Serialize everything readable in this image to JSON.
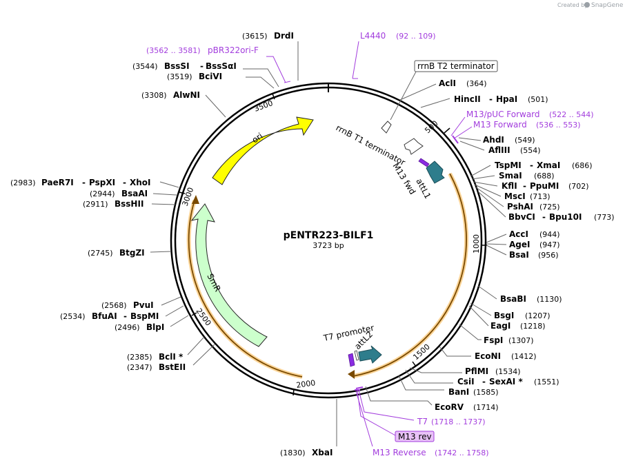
{
  "credit": {
    "prefix": "Created by",
    "brand": "SnapGene",
    "icon": "snapgene-logo-icon"
  },
  "plasmid": {
    "name": "pENTR223-BILF1",
    "length_label": "3723 bp",
    "length": 3723
  },
  "ticks": [
    "500",
    "1000",
    "1500",
    "2000",
    "2500",
    "3000",
    "3500"
  ],
  "colors": {
    "primer": "#a23cdd",
    "ori": "#ffff00",
    "smr": "#ccffcc",
    "att": "#2e7d8c",
    "orf": "#f5b041",
    "backbone": "#000000"
  },
  "sites": [
    {
      "name": "DrdI",
      "pos": "(3615)"
    },
    {
      "name": "BssSI",
      "name2": "BssSαI",
      "pos": "(3544)"
    },
    {
      "name": "BciVI",
      "pos": "(3519)"
    },
    {
      "name": "AlwNI",
      "pos": "(3308)"
    },
    {
      "name": "PaeR7I",
      "name2": "PspXI",
      "name3": "XhoI",
      "pos": "(2983)"
    },
    {
      "name": "BsaAI",
      "pos": "(2944)"
    },
    {
      "name": "BssHII",
      "pos": "(2911)"
    },
    {
      "name": "BtgZI",
      "pos": "(2745)"
    },
    {
      "name": "PvuI",
      "pos": "(2568)"
    },
    {
      "name": "BfuAI",
      "name2": "BspMI",
      "pos": "(2534)"
    },
    {
      "name": "BlpI",
      "pos": "(2496)"
    },
    {
      "name": "BclI *",
      "pos": "(2385)"
    },
    {
      "name": "BstEII",
      "pos": "(2347)"
    },
    {
      "name": "XbaI",
      "pos": "(1830)"
    },
    {
      "name": "AclI",
      "pos": "(364)"
    },
    {
      "name": "HincII",
      "name2": "HpaI",
      "pos": "(501)"
    },
    {
      "name": "AhdI",
      "pos": "(549)"
    },
    {
      "name": "AflIII",
      "pos": "(554)"
    },
    {
      "name": "TspMI",
      "name2": "XmaI",
      "pos": "(686)"
    },
    {
      "name": "SmaI",
      "pos": "(688)"
    },
    {
      "name": "KflI",
      "name2": "PpuMI",
      "pos": "(702)"
    },
    {
      "name": "MscI",
      "pos": "(713)"
    },
    {
      "name": "PshAI",
      "pos": "(725)"
    },
    {
      "name": "BbvCI",
      "name2": "Bpu10I",
      "pos": "(773)"
    },
    {
      "name": "AccI",
      "pos": "(944)"
    },
    {
      "name": "AgeI",
      "pos": "(947)"
    },
    {
      "name": "BsaI",
      "pos": "(956)"
    },
    {
      "name": "BsaBI",
      "pos": "(1130)"
    },
    {
      "name": "BsgI",
      "pos": "(1207)"
    },
    {
      "name": "EagI",
      "pos": "(1218)"
    },
    {
      "name": "FspI",
      "pos": "(1307)"
    },
    {
      "name": "EcoNI",
      "pos": "(1412)"
    },
    {
      "name": "PflMI",
      "pos": "(1534)"
    },
    {
      "name": "CsiI",
      "name2": "SexAI *",
      "pos": "(1551)"
    },
    {
      "name": "BanI",
      "pos": "(1585)"
    },
    {
      "name": "EcoRV",
      "pos": "(1714)"
    }
  ],
  "primers": [
    {
      "name": "L4440",
      "pos": "(92 .. 109)"
    },
    {
      "name": "pBR322ori-F",
      "pos": "(3562 .. 3581)"
    },
    {
      "name": "M13/pUC Forward",
      "pos": "(522 .. 544)"
    },
    {
      "name": "M13 Forward",
      "pos": "(536 .. 553)"
    },
    {
      "name": "T7",
      "pos": "(1718 .. 1737)"
    },
    {
      "name": "M13 rev"
    },
    {
      "name": "M13 Reverse",
      "pos": "(1742 .. 1758)"
    }
  ],
  "features": [
    {
      "name": "rrnB T2 terminator"
    },
    {
      "name": "rrnB T1 terminator"
    },
    {
      "name": "M13 fwd"
    },
    {
      "name": "attL1"
    },
    {
      "name": "ori"
    },
    {
      "name": "SmR"
    },
    {
      "name": "T7 promoter"
    },
    {
      "name": "attL2"
    }
  ]
}
